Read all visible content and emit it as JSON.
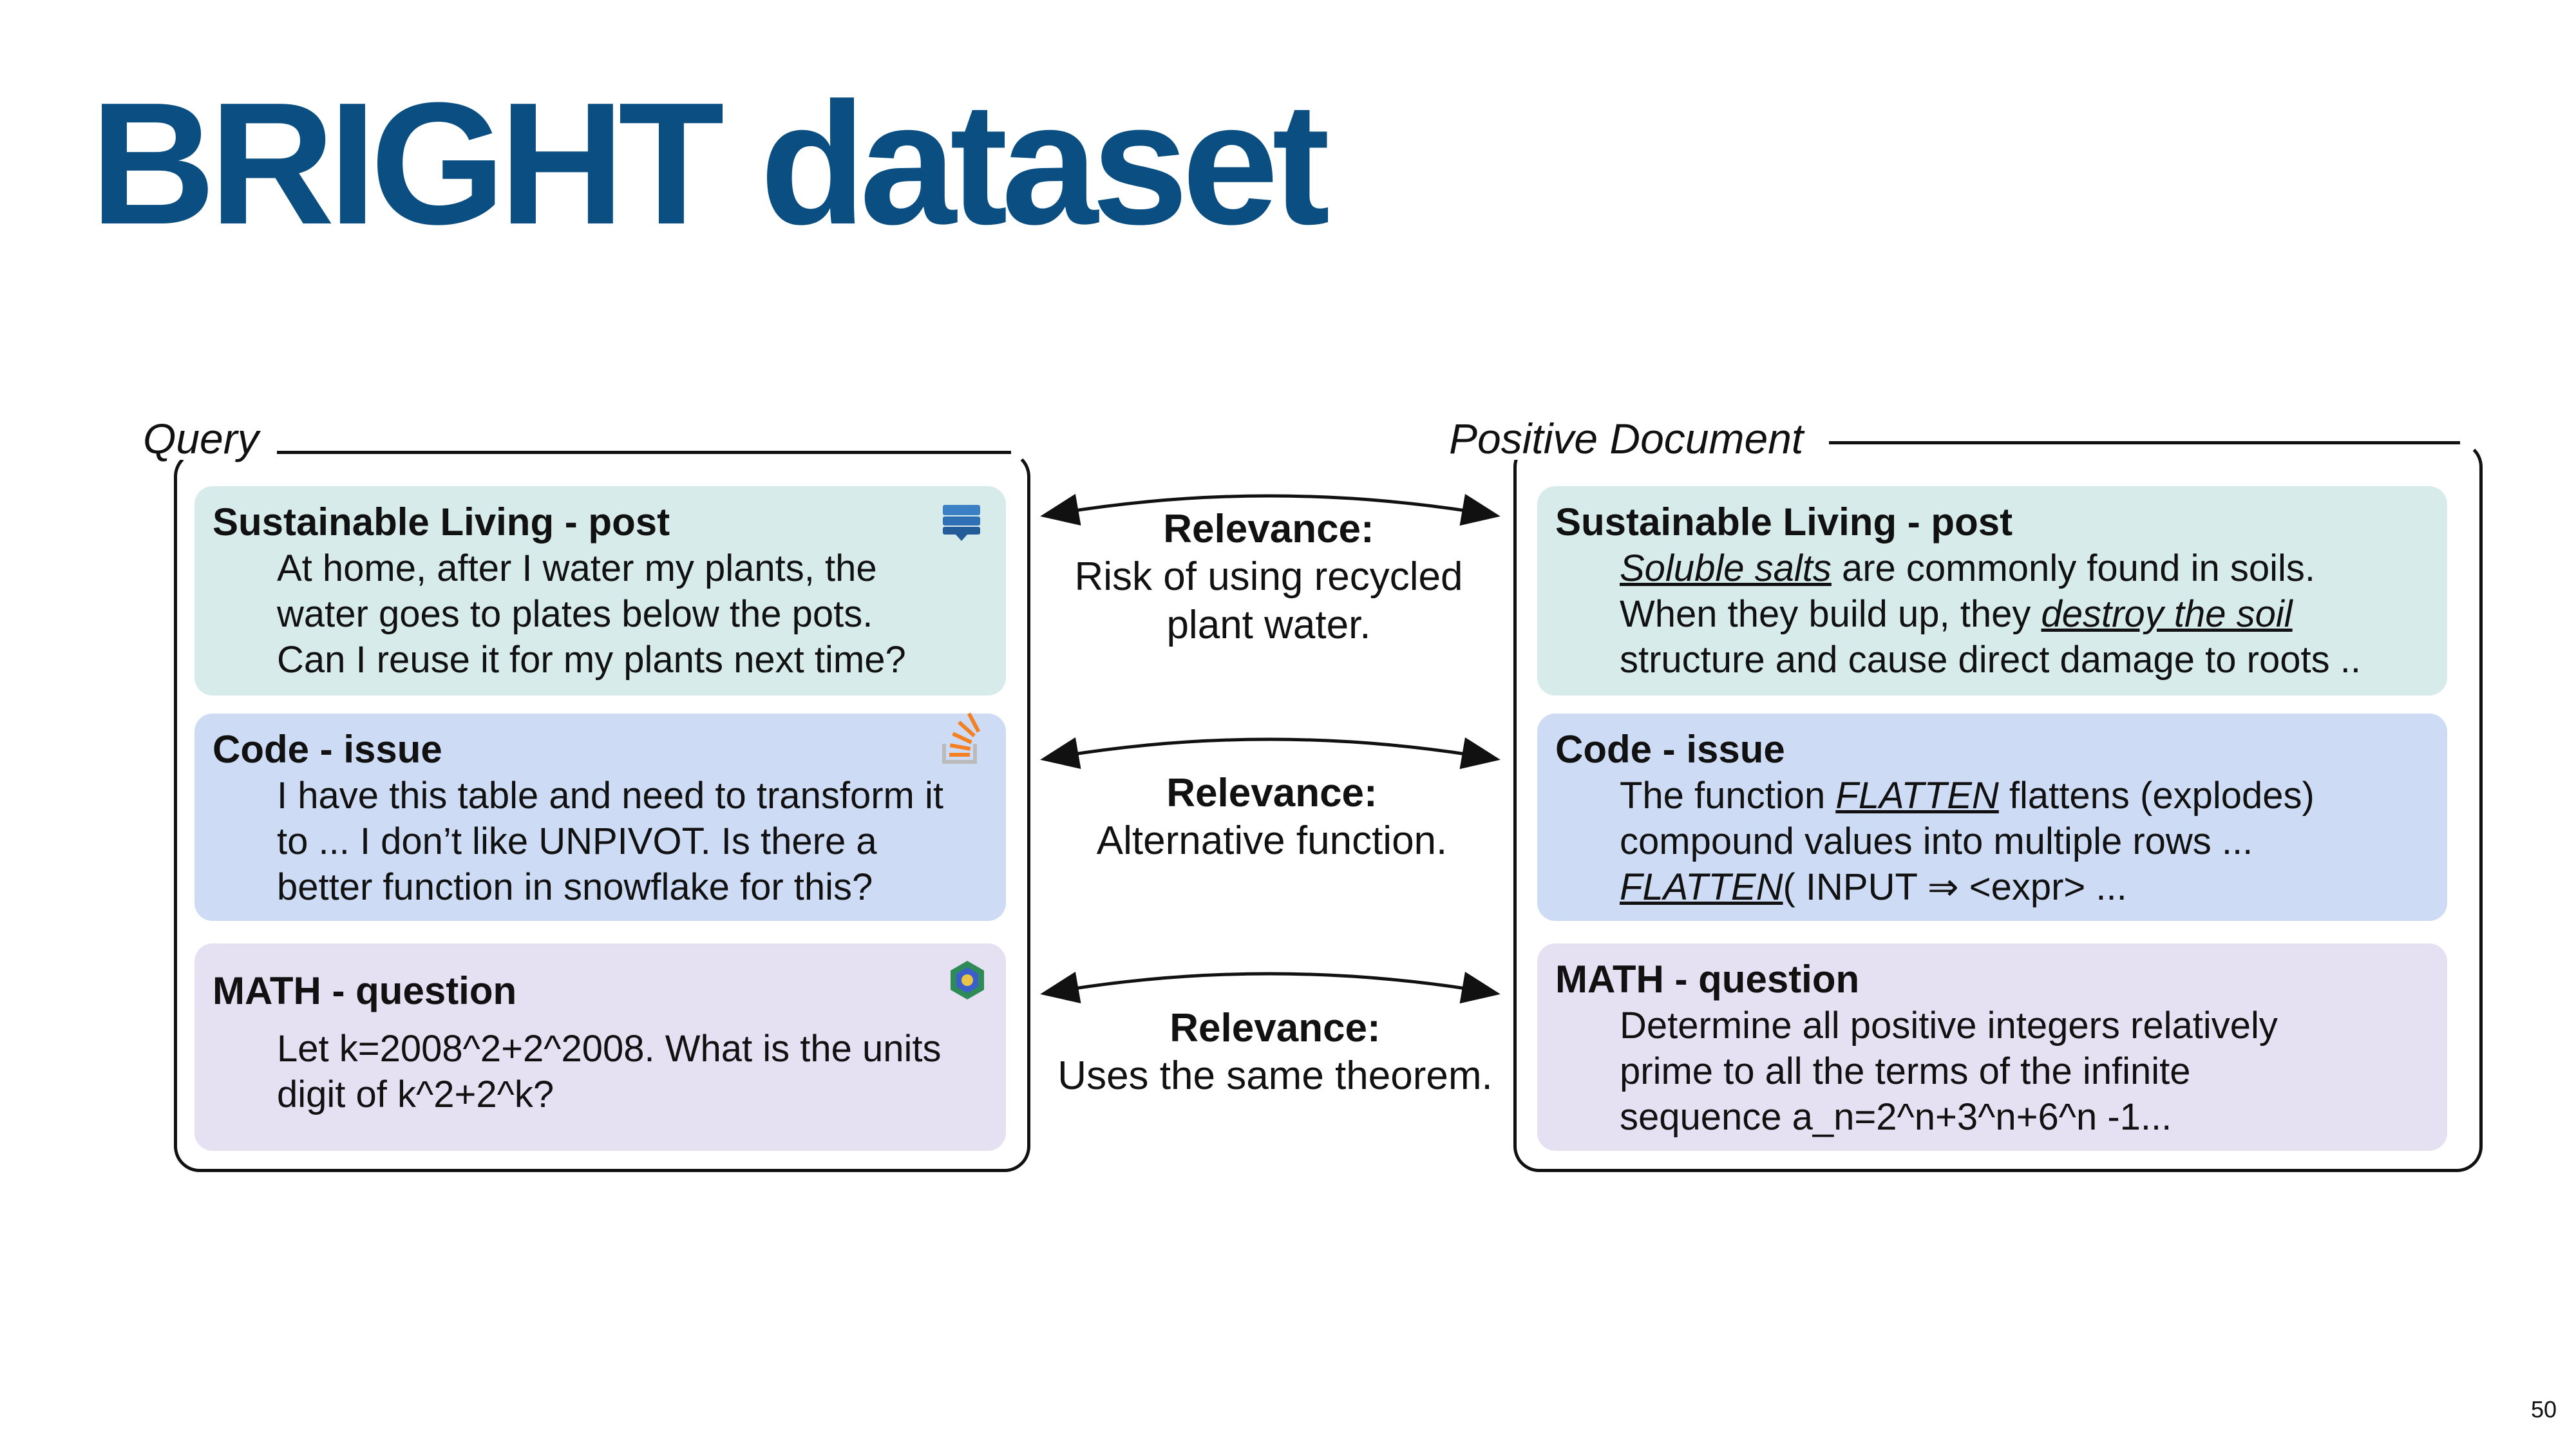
{
  "slide": {
    "title": "BRIGHT dataset",
    "page_number": "50"
  },
  "query": {
    "label": "Query",
    "cards": [
      {
        "title": "Sustainable Living - post",
        "lines": [
          "At home, after I water my plants, the",
          "water goes to plates below the pots.",
          "Can I reuse it for my plants next time?"
        ],
        "icon": "sustainable-living-icon"
      },
      {
        "title": "Code - issue",
        "lines": [
          "I have this table and need to transform it",
          "to ... I don’t like UNPIVOT. Is there a",
          "better function in snowflake for this?"
        ],
        "icon": "stack-overflow-icon"
      },
      {
        "title": "MATH - question",
        "lines": [
          "Let k=2008^2+2^2008. What is the units",
          "digit of k^2+2^k?"
        ],
        "icon": "math-hexagon-icon"
      }
    ]
  },
  "document": {
    "label": "Positive Document",
    "cards": [
      {
        "title": "Sustainable Living - post",
        "line1_em": "Soluble salts",
        "line1_rest": " are commonly found in soils.",
        "line2_pre": "When they build up, they ",
        "line2_em": "destroy the soil",
        "line3": "structure and cause direct damage to roots .."
      },
      {
        "title": "Code - issue",
        "line1_pre": "The function ",
        "line1_em": "FLATTEN",
        "line1_rest": " flattens (explodes)",
        "line2": "compound values into multiple rows ...",
        "line3_em": "FLATTEN",
        "line3_rest": "( INPUT ⇒ <expr> ..."
      },
      {
        "title": "MATH - question",
        "lines": [
          "Determine all positive integers relatively",
          "prime to all the terms of the infinite",
          "sequence  a_n=2^n+3^n+6^n -1..."
        ]
      }
    ]
  },
  "relevance": [
    {
      "head": "Relevance:",
      "lines": [
        "Risk of using recycled",
        "plant water."
      ]
    },
    {
      "head": "Relevance:",
      "lines": [
        "Alternative function."
      ]
    },
    {
      "head": "Relevance:",
      "lines": [
        "Uses the same theorem."
      ]
    }
  ],
  "colors": {
    "title": "#0b4f82",
    "teal_card": "#d6ebea",
    "blue_card": "#cddcf4",
    "purple_card": "#e6e0f3"
  }
}
